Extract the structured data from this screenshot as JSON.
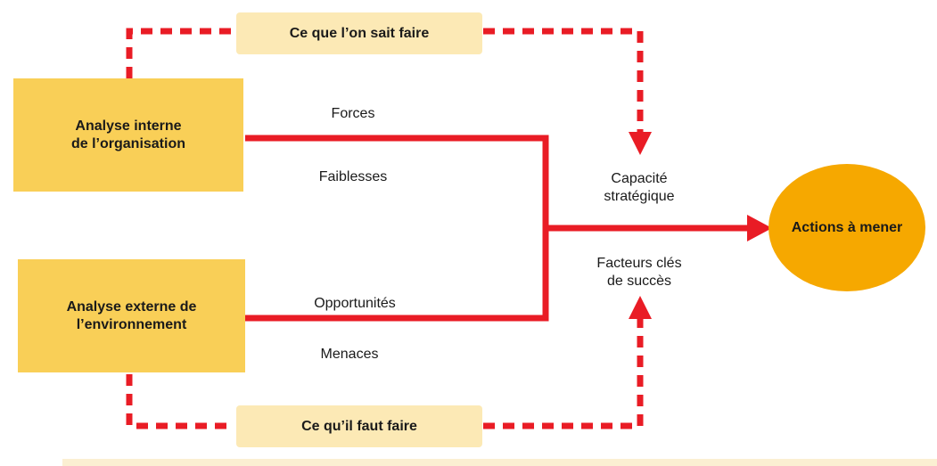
{
  "colors": {
    "box-yellow": "#F9CF57",
    "banner-cream": "#FCE9B5",
    "ellipse-orange": "#F6A800",
    "line-red": "#E91C25",
    "text-dark": "#1a1a1a",
    "footer-strip": "#FBEFD2"
  },
  "boxes": {
    "internal": "Analyse interne\nde l’organisation",
    "external": "Analyse externe de\nl’environnement",
    "top_banner": "Ce que l’on sait faire",
    "bottom_banner": "Ce qu’il faut faire",
    "actions": "Actions à mener"
  },
  "labels": {
    "forces": "Forces",
    "faiblesses": "Faiblesses",
    "opportunites": "Opportunités",
    "menaces": "Menaces",
    "capacite": "Capacité\nstratégique",
    "facteurs": "Facteurs clés\nde succès"
  }
}
